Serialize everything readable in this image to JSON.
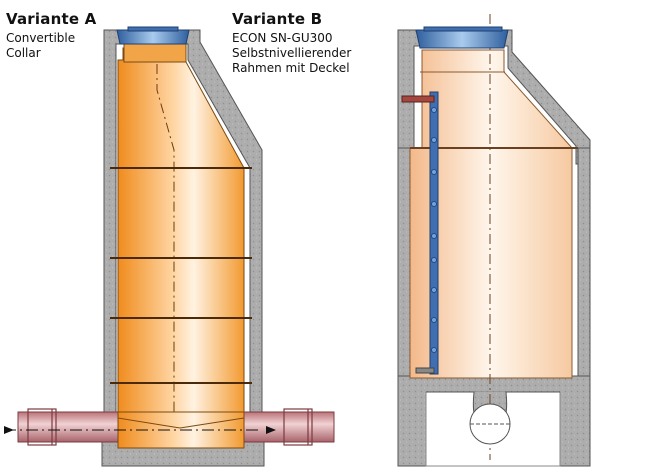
{
  "variant_a": {
    "title": "Variante A",
    "description_lines": [
      "Convertible",
      "Collar"
    ]
  },
  "variant_b": {
    "title": "Variante B",
    "description_lines": [
      "ECON SN-GU300",
      "Selbstnivellierender",
      "Rahmen mit Deckel"
    ]
  },
  "colors": {
    "shaft_orange": "#f5a03a",
    "shaft_cream": "#fbe3c4",
    "concrete_gray": "#a9a9a9",
    "pipe_red": "#c98a8e",
    "cover_blue": "#4f86c6",
    "ladder_blue": "#3f6fb0"
  }
}
